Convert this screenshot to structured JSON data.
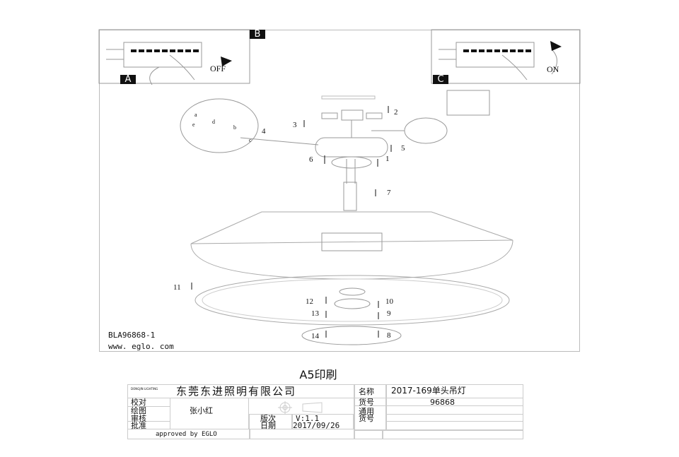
{
  "drawing": {
    "panel_labels": {
      "a": "A",
      "b": "B",
      "c": "C"
    },
    "switch_off": "OFF",
    "switch_on": "ON",
    "detail_letters": [
      "a",
      "e",
      "d",
      "b",
      "c"
    ],
    "callouts": [
      "1",
      "2",
      "3",
      "4",
      "5",
      "6",
      "7",
      "8",
      "9",
      "10",
      "11",
      "12",
      "13",
      "14"
    ],
    "model_code": "BLA96868-1",
    "website": "www. eglo. com"
  },
  "print_note": "A5印刷",
  "title_block": {
    "logo_text": "DONGJIN LIGHTING",
    "company": "东莞东进照明有限公司",
    "rows": {
      "check_label": "校对",
      "draw_label": "绘图",
      "drawer": "张小红",
      "review_label": "审核",
      "approve_label": "批准",
      "version_label": "版次",
      "version": "V:1.1",
      "date_label": "日期",
      "date": "2017/09/26",
      "name_label": "名称",
      "name": "2017-169单头吊灯",
      "item_label": "货号",
      "item": "96868",
      "general_label": "通用货号",
      "approved": "approved by EGLO"
    }
  }
}
